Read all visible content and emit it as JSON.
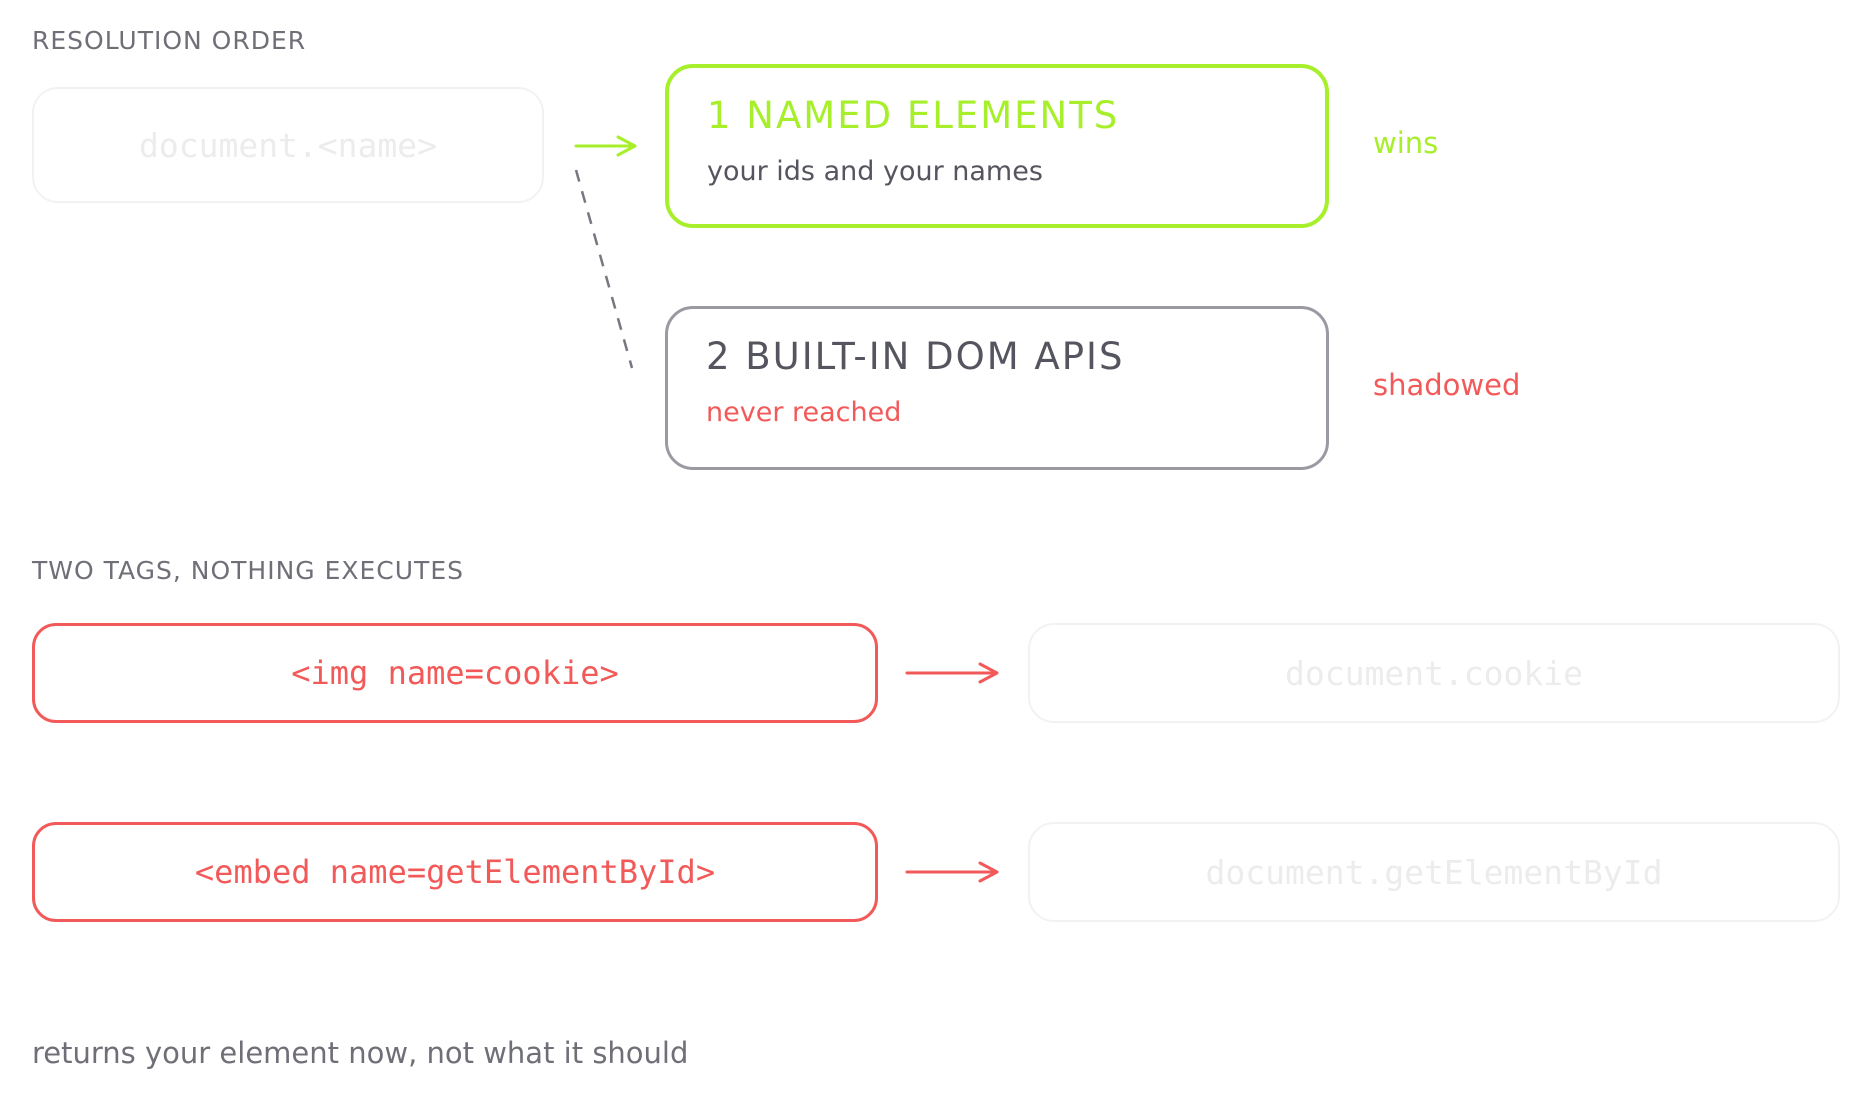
{
  "resolution": {
    "section_label": "RESOLUTION ORDER",
    "source": "document.<name>",
    "steps": [
      {
        "title": "1 NAMED ELEMENTS",
        "subtitle": "your ids and your names",
        "status": "wins"
      },
      {
        "title": "2 BUILT-IN DOM APIS",
        "subtitle": "never reached",
        "status": "shadowed"
      }
    ]
  },
  "tags": {
    "section_label": "TWO TAGS, NOTHING EXECUTES",
    "rows": [
      {
        "tag": "<img name=cookie>",
        "target": "document.cookie"
      },
      {
        "tag": "<embed name=getElementById>",
        "target": "document.getElementById"
      }
    ]
  },
  "caption": "returns your element now, not what it should",
  "colors": {
    "accent_green": "#a6ef2a",
    "accent_red": "#f25a5a",
    "text_gray": "#55555f",
    "label_gray": "#6f6f78",
    "ghost": "#ececec"
  }
}
